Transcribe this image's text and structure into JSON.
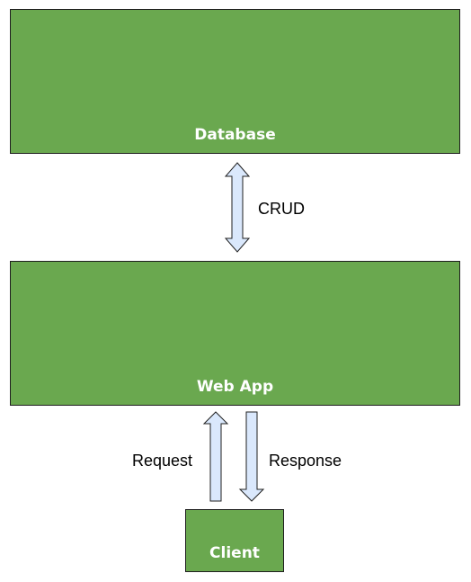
{
  "nodes": {
    "database": {
      "label": "Database"
    },
    "web_app": {
      "label": "Web App"
    },
    "client": {
      "label": "Client"
    }
  },
  "edges": {
    "crud": {
      "label": "CRUD"
    },
    "request": {
      "label": "Request"
    },
    "response": {
      "label": "Response"
    }
  },
  "colors": {
    "box_fill": "#6aa84f",
    "arrow_fill": "#dae8fc",
    "stroke": "#1f1f1f"
  }
}
